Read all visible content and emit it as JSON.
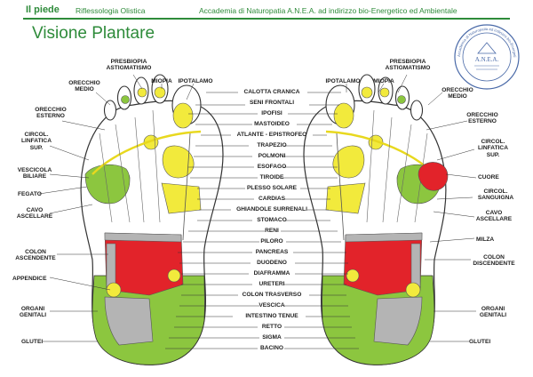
{
  "header": {
    "title": "Il piede",
    "subtitle": "Riflessologia Olistica",
    "academy": "Accademia di Naturopatia A.N.E.A. ad indirizzo bio-Energetico ed Ambientale"
  },
  "page_title": "Visione Plantare",
  "logo": {
    "text": "A.N.E.A.",
    "ring_text": "Accademia di Naturopatia ad indirizzo bio-Energetico ed Ambientale"
  },
  "colors": {
    "accent": "#2e8b3a",
    "yellow": "#f2ea3c",
    "green": "#8cc63f",
    "red": "#e2232a",
    "gray": "#b4b4b4"
  },
  "labels": {
    "center": [
      "CALOTTA CRANICA",
      "SENI FRONTALI",
      "IPOFISI",
      "MASTOIDEO",
      "ATLANTE - EPISTROFEO",
      "TRAPEZIO",
      "POLMONI",
      "ESOFAGO",
      "TIROIDE",
      "PLESSO SOLARE",
      "CARDIAS",
      "GHIANDOLE SURRENALI",
      "STOMACO",
      "RENI",
      "PILORO",
      "PANCREAS",
      "DUODENO",
      "DIAFRAMMA",
      "URETERI",
      "COLON TRASVERSO",
      "VESCICA",
      "INTESTINO TENUE",
      "RETTO",
      "SIGMA",
      "BACINO"
    ],
    "left": [
      "PRESBIOPIA\nASTIGMATISMO",
      "ORECCHIO\nMEDIO",
      "MIOPIA",
      "IPOTALAMO",
      "ORECCHIO\nESTERNO",
      "CIRCOL.\nLINFATICA\nSUP.",
      "VESCICOLA\nBILIARE",
      "FEGATO",
      "CAVO\nASCELLARE",
      "COLON\nASCENDENTE",
      "APPENDICE",
      "ORGANI\nGENITALI",
      "GLUTEI"
    ],
    "right": [
      "IPOTALAMO",
      "MIOPIA",
      "PRESBIOPIA\nASTIGMATISMO",
      "ORECCHIO\nMEDIO",
      "ORECCHIO\nESTERNO",
      "CIRCOL.\nLINFATICA\nSUP.",
      "CUORE",
      "CIRCOL.\nSANGUIGNA",
      "CAVO\nASCELLARE",
      "MILZA",
      "COLON\nDISCENDENTE",
      "ORGANI\nGENITALI",
      "GLUTEI"
    ]
  }
}
